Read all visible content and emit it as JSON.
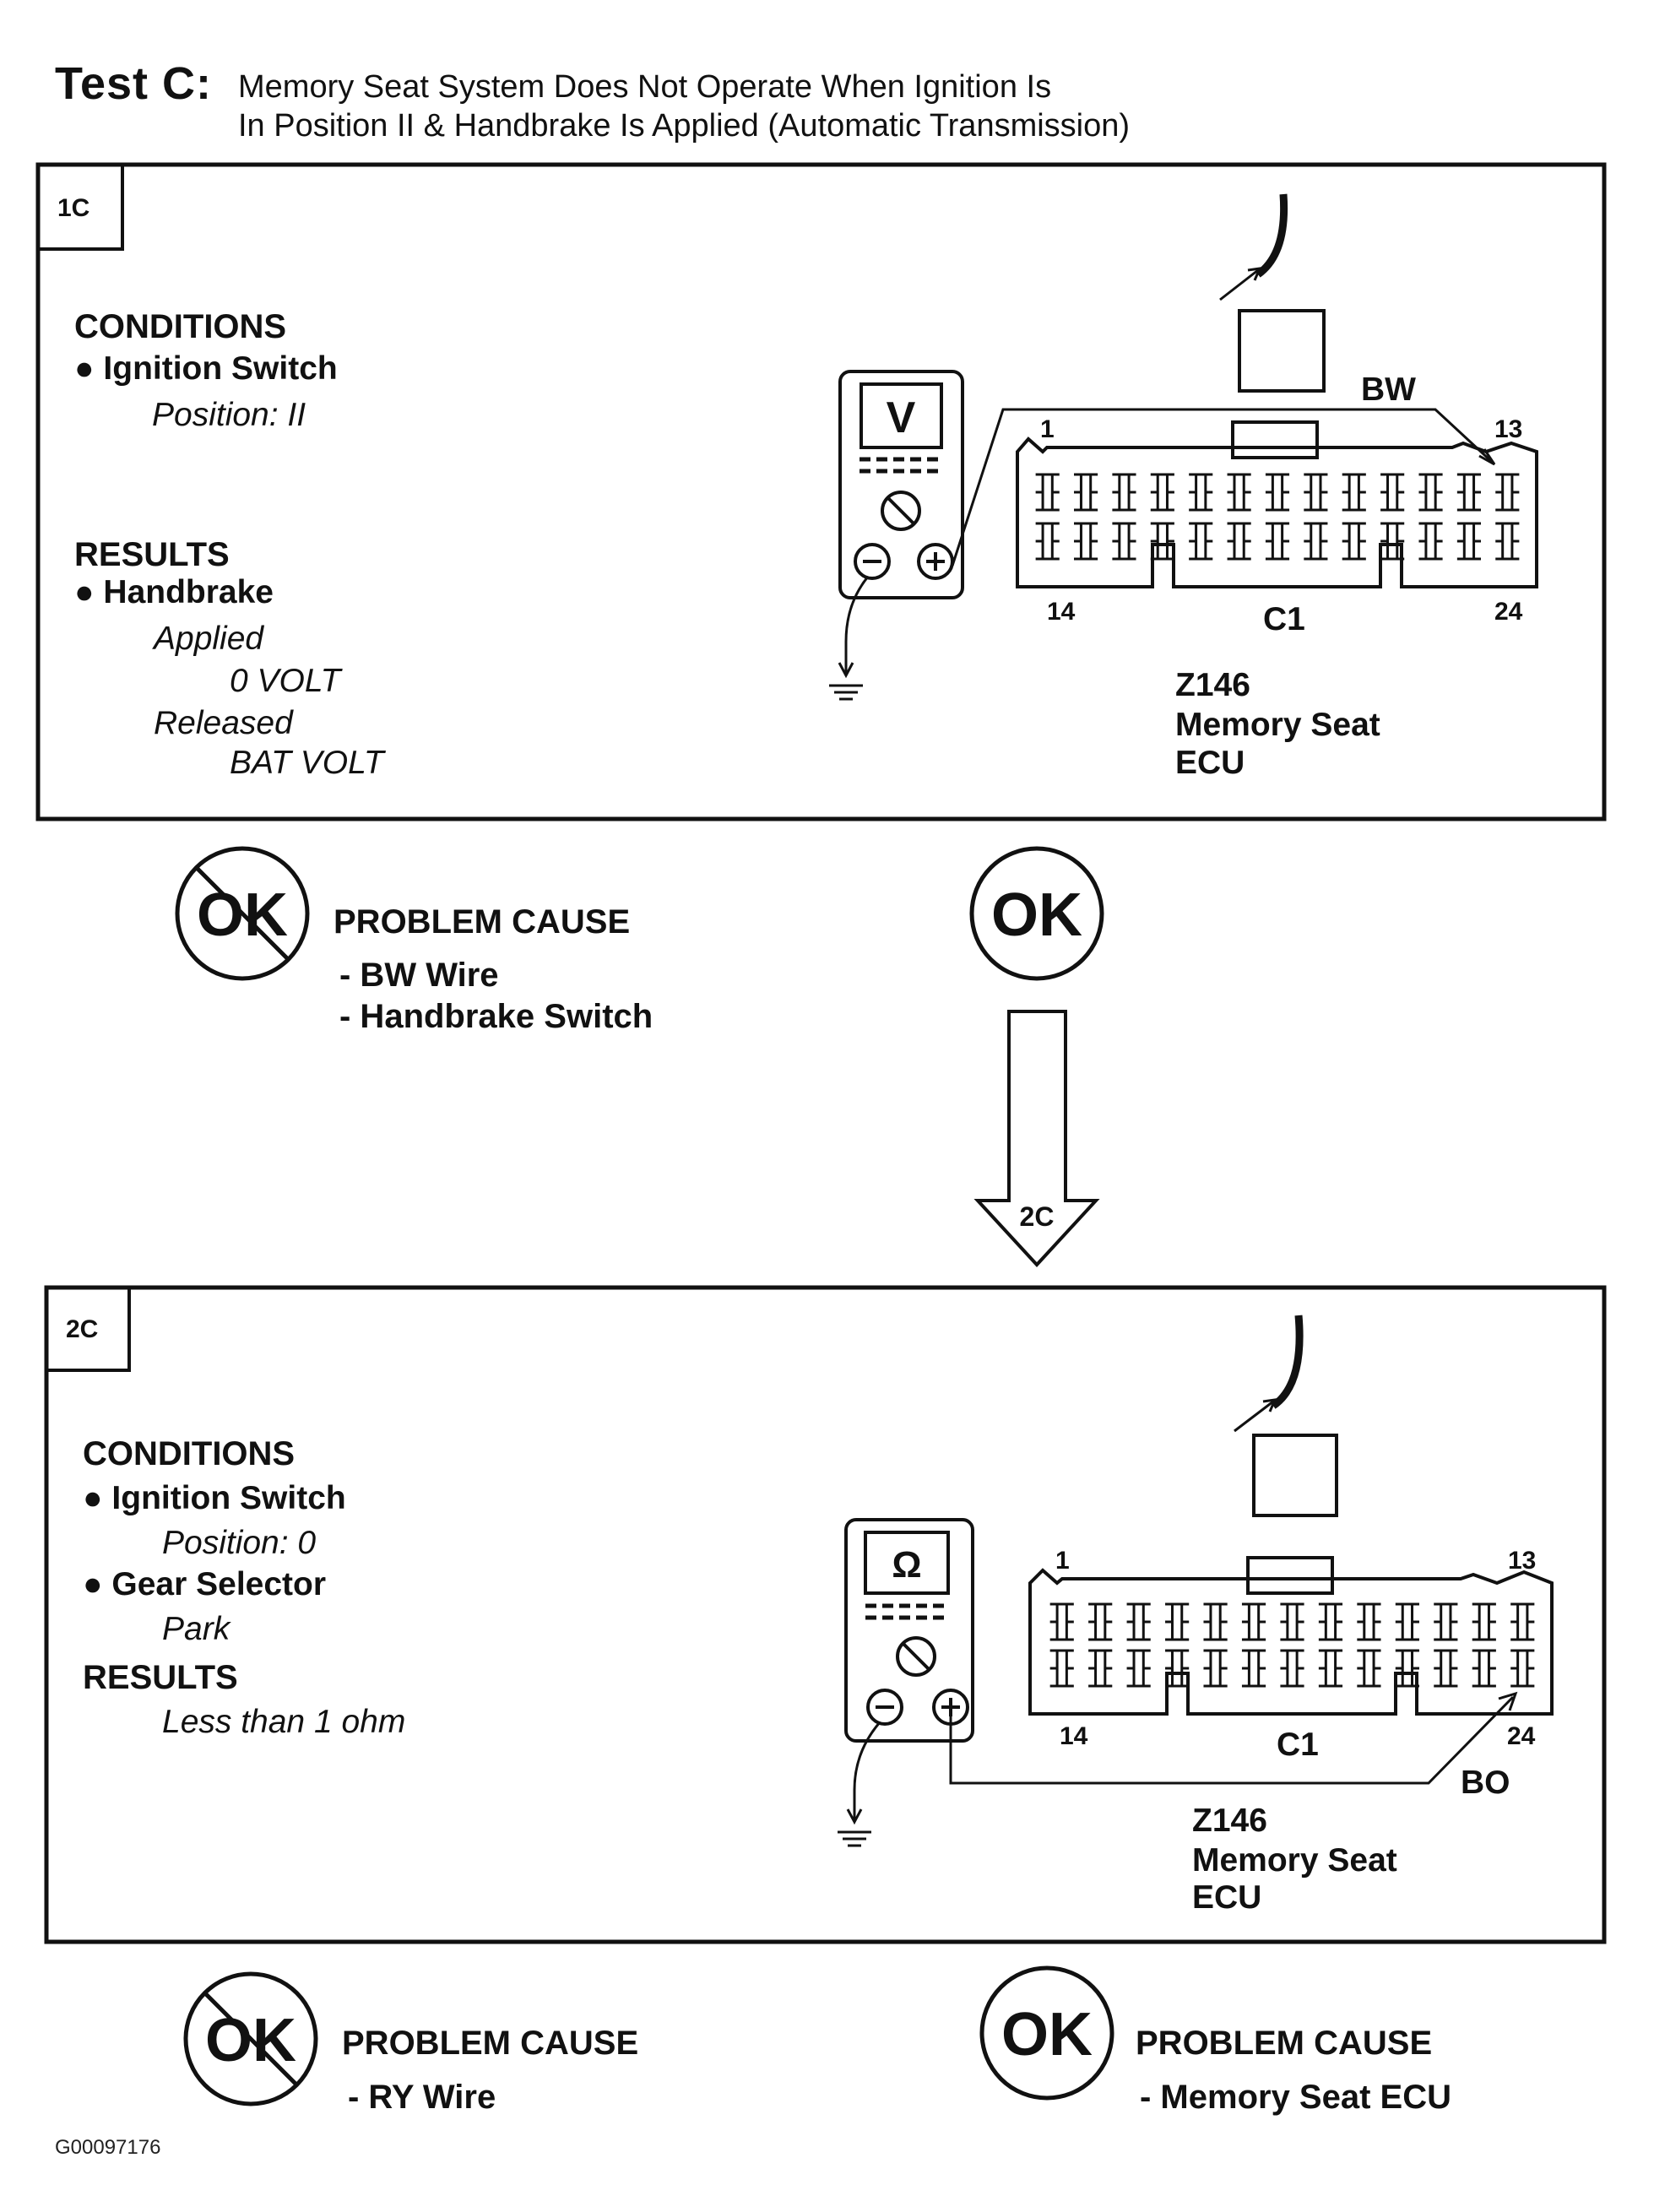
{
  "title": {
    "label": "Test C:",
    "line1": "Memory Seat System Does Not Operate When Ignition Is",
    "line2": "In Position II & Handbrake Is Applied (Automatic Transmission)"
  },
  "step1": {
    "tab": "1C",
    "conditions_heading": "CONDITIONS",
    "conditions": [
      {
        "name": "Ignition Switch",
        "value": "Position: II"
      }
    ],
    "results_heading": "RESULTS",
    "results_item": "Handbrake",
    "results_lines": [
      "Applied",
      "0 VOLT",
      "Released",
      "BAT VOLT"
    ],
    "meter_symbol": "V",
    "wire": "BW",
    "pin_tl": "1",
    "pin_tr": "13",
    "pin_bl": "14",
    "pin_br": "24",
    "connector": "C1",
    "ecu_lines": [
      "Z146",
      "Memory Seat",
      "ECU"
    ]
  },
  "outcome1": {
    "not_ok_symbol": "OK",
    "ok_symbol": "OK",
    "cause_heading": "PROBLEM CAUSE",
    "causes": [
      "- BW Wire",
      "- Handbrake Switch"
    ],
    "arrow_label": "2C"
  },
  "step2": {
    "tab": "2C",
    "conditions_heading": "CONDITIONS",
    "conditions": [
      {
        "name": "Ignition Switch",
        "value": "Position: 0"
      },
      {
        "name": "Gear Selector",
        "value": "Park"
      }
    ],
    "results_heading": "RESULTS",
    "results_value": "Less than 1 ohm",
    "meter_symbol": "Ω",
    "wire": "BO",
    "pin_tl": "1",
    "pin_tr": "13",
    "pin_bl": "14",
    "pin_br": "24",
    "connector": "C1",
    "ecu_lines": [
      "Z146",
      "Memory Seat",
      "ECU"
    ]
  },
  "outcome2": {
    "not_ok_symbol": "OK",
    "ok_symbol": "OK",
    "left_cause_heading": "PROBLEM CAUSE",
    "left_cause": "- RY Wire",
    "right_cause_heading": "PROBLEM CAUSE",
    "right_cause": "- Memory Seat ECU"
  },
  "figure_code": "G00097176"
}
